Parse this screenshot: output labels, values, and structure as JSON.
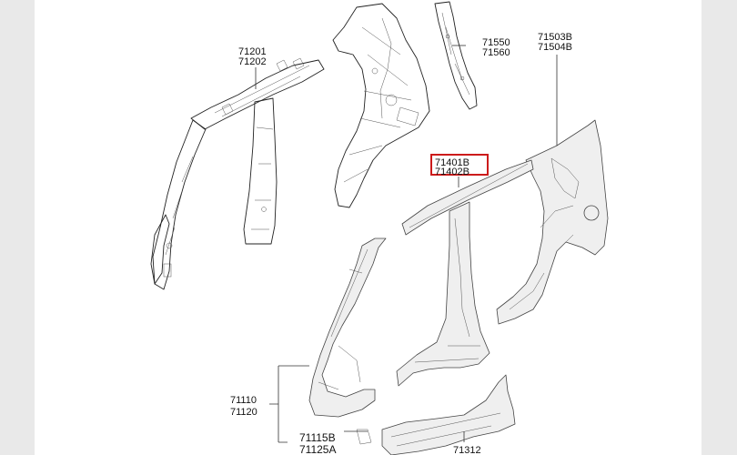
{
  "diagram": {
    "labels": {
      "p71201": "71201",
      "p71202": "71202",
      "p71550": "71550",
      "p71560": "71560",
      "p71503B": "71503B",
      "p71504B": "71504B",
      "p71401B": "71401B",
      "p71402B": "71402B",
      "p71110": "71110",
      "p71120": "71120",
      "p71115B": "71115B",
      "p71125A": "71125A",
      "p71312": "71312"
    },
    "highlight_color": "#cc1b1b"
  }
}
